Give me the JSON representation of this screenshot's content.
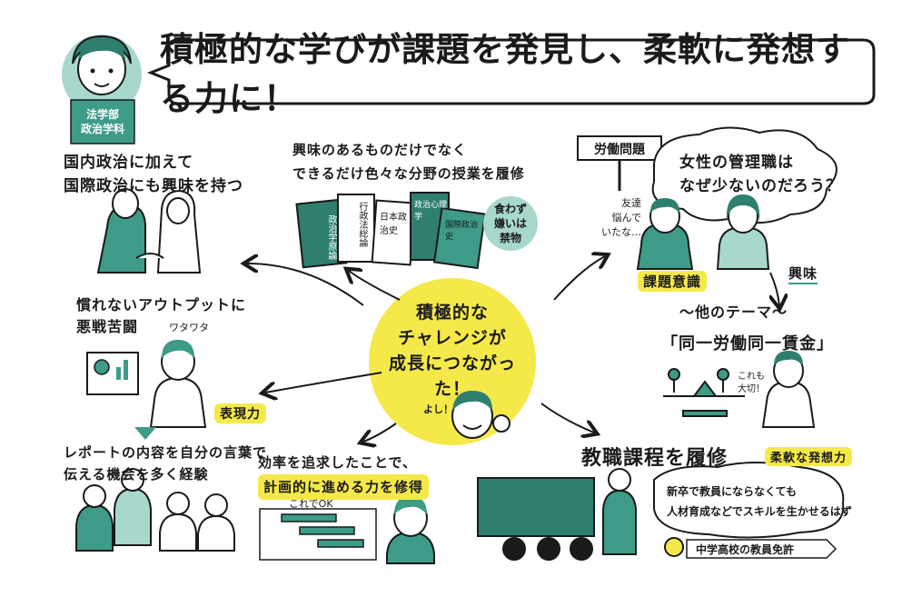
{
  "title": "積極的な学びが課題を発見し、柔軟に発想する力に！",
  "student_badge": [
    "法学部",
    "政治学科"
  ],
  "center": {
    "lines": [
      "積極的な",
      "チャレンジが",
      "成長につながった！"
    ],
    "shout": "よし！"
  },
  "top_left": {
    "lines": [
      "国内政治に加えて",
      "国際政治にも興味を持つ"
    ]
  },
  "top_center": {
    "lines": [
      "興味のあるものだけでなく",
      "できるだけ色々な分野の授業を履修"
    ],
    "books": [
      "政治学原論",
      "行政法総論",
      "日本政治史",
      "政治心理学",
      "国際政治史"
    ],
    "note": [
      "食わず",
      "嫌いは",
      "禁物"
    ]
  },
  "top_right": {
    "sign": "労働問題",
    "thought": [
      "女性の管理職は",
      "なぜ少ないのだろう？"
    ],
    "friend": [
      "友達",
      "悩んで",
      "いたな…"
    ],
    "awareness": "課題意識",
    "interest": "興味",
    "theme_header": "〜他のテーマ〜",
    "theme": "「同一労働同一賃金」",
    "speech": [
      "これも",
      "大切！"
    ]
  },
  "mid_left": {
    "lines": [
      "慣れないアウトプットに",
      "悪戦苦闘"
    ],
    "sfx": "ワタワタ",
    "skill": "表現力"
  },
  "bottom_left": {
    "lines": [
      "レポートの内容を自分の言葉で",
      "伝える機会を多く経験"
    ]
  },
  "bottom_center": {
    "lines": [
      "効率を追求したことで、",
      "計画的に進める力を修得"
    ],
    "ok": "これでOK"
  },
  "bottom_right": {
    "heading": "教職課程を履修",
    "skill": "柔軟な発想力",
    "thought": [
      "新卒で教員にならなくても",
      "人材育成などでスキルを生かせるはず"
    ],
    "license": "中学高校の教員免許"
  },
  "colors": {
    "accent_teal": "#3d9b88",
    "highlight_yellow": "#f5e94a",
    "ink": "#1a1a1a",
    "soft_teal": "#a8d8cc"
  }
}
